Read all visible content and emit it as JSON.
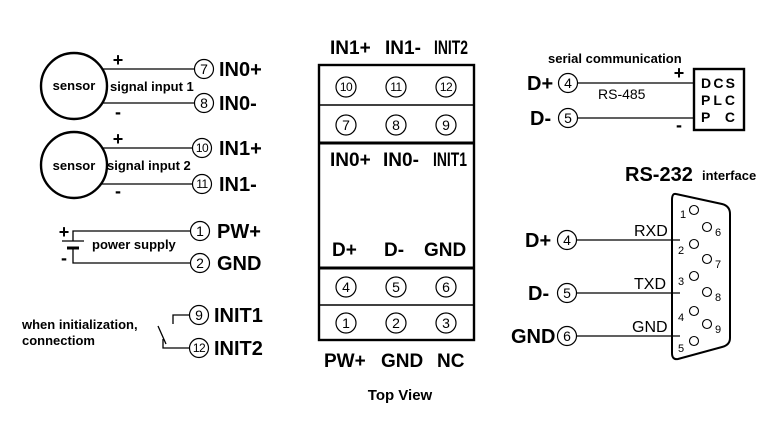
{
  "sensor_inputs": [
    {
      "sensor_label": "sensor",
      "caption": "signal input 1",
      "plus_sign": "+",
      "minus_sign": "-",
      "positive_terminal": {
        "number": "7",
        "name": "IN0+"
      },
      "negative_terminal": {
        "number": "8",
        "name": "IN0-"
      }
    },
    {
      "sensor_label": "sensor",
      "caption": "signal input 2",
      "plus_sign": "+",
      "minus_sign": "-",
      "positive_terminal": {
        "number": "10",
        "name": "IN1+"
      },
      "negative_terminal": {
        "number": "11",
        "name": "IN1-"
      }
    }
  ],
  "power_supply": {
    "caption": "power supply",
    "plus_sign": "+",
    "minus_sign": "-",
    "positive_terminal": {
      "number": "1",
      "name": "PW+"
    },
    "negative_terminal": {
      "number": "2",
      "name": "GND"
    }
  },
  "initialization": {
    "caption_lines": [
      "when initialization,",
      "connectiom"
    ],
    "terminal_a": {
      "number": "9",
      "name": "INIT1"
    },
    "terminal_b": {
      "number": "12",
      "name": "INIT2"
    }
  },
  "module": {
    "top_labels": [
      "IN1+",
      "IN1-",
      "INIT2"
    ],
    "terminal_rows": [
      [
        "10",
        "11",
        "12"
      ],
      [
        "7",
        "8",
        "9"
      ],
      [
        "4",
        "5",
        "6"
      ],
      [
        "1",
        "2",
        "3"
      ]
    ],
    "inner_upper_labels": [
      "IN0+",
      "IN0-",
      "INIT1"
    ],
    "inner_lower_labels": [
      "D+",
      "D-",
      "GND"
    ],
    "bottom_labels": [
      "PW+",
      "GND",
      "NC"
    ],
    "view_caption": "Top View"
  },
  "rs485": {
    "title": "serial communication",
    "bus_label": "RS-485",
    "lines": [
      {
        "signal": "D+",
        "terminal": "4",
        "polarity": "+"
      },
      {
        "signal": "D-",
        "terminal": "5",
        "polarity": "-"
      }
    ],
    "device_lines": [
      "DCS",
      "PLC",
      "P C"
    ]
  },
  "rs232": {
    "title": "RS-232",
    "subtitle": "interface",
    "connector_pins": {
      "left_row": [
        "1",
        "2",
        "3",
        "4",
        "5"
      ],
      "right_row": [
        "6",
        "7",
        "8",
        "9"
      ]
    },
    "lines": [
      {
        "signal": "D+",
        "terminal": "4",
        "pin_signal": "RXD"
      },
      {
        "signal": "D-",
        "terminal": "5",
        "pin_signal": "TXD"
      },
      {
        "signal": "GND",
        "terminal": "6",
        "pin_signal": "GND"
      }
    ]
  },
  "colors": {
    "ink": "#000000",
    "background": "#ffffff"
  }
}
